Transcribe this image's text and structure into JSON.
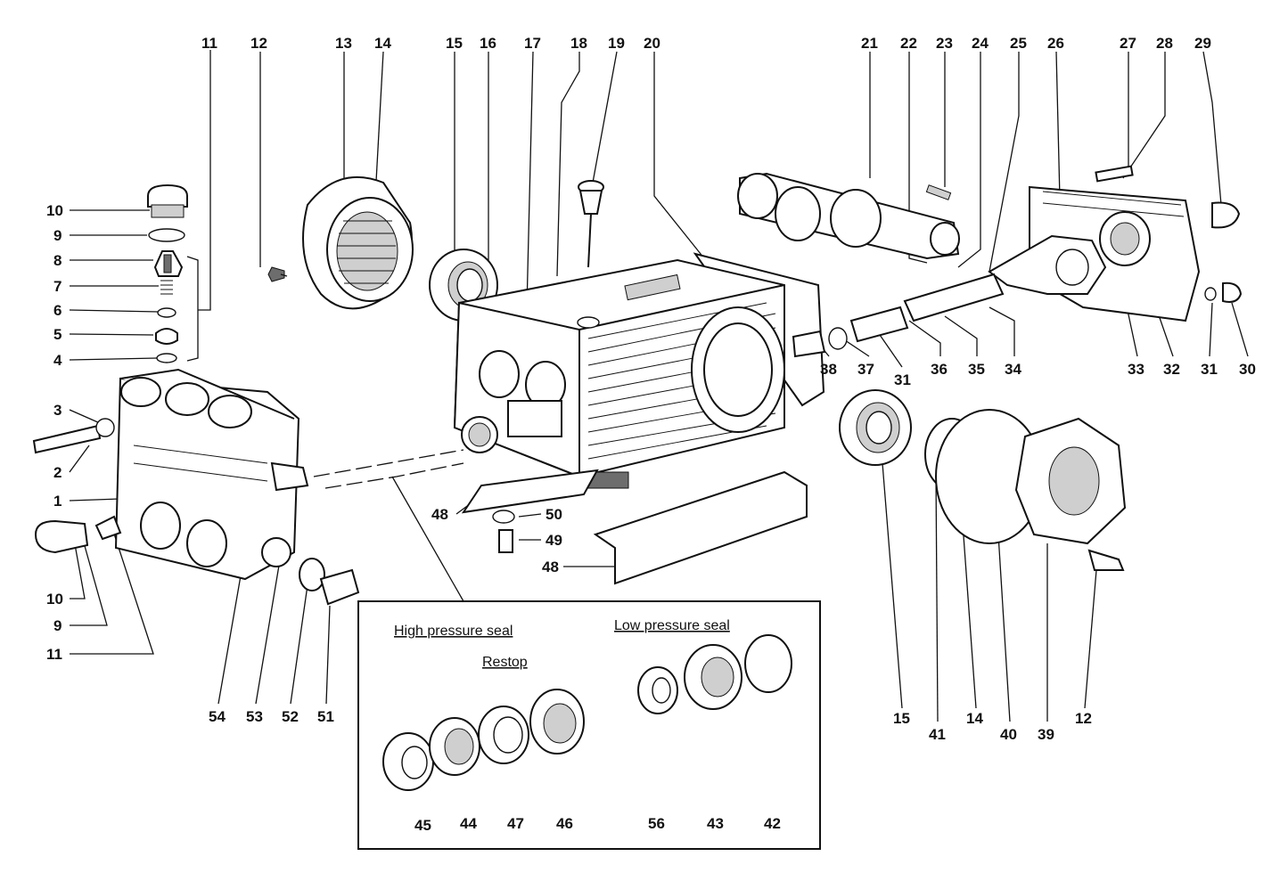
{
  "callouts": [
    {
      "id": "c10a",
      "text": "10"
    },
    {
      "id": "c9a",
      "text": "9"
    },
    {
      "id": "c8",
      "text": "8"
    },
    {
      "id": "c7",
      "text": "7"
    },
    {
      "id": "c6",
      "text": "6"
    },
    {
      "id": "c5",
      "text": "5"
    },
    {
      "id": "c4",
      "text": "4"
    },
    {
      "id": "c11a",
      "text": "11"
    },
    {
      "id": "c12a",
      "text": "12"
    },
    {
      "id": "c13",
      "text": "13"
    },
    {
      "id": "c14a",
      "text": "14"
    },
    {
      "id": "c15a",
      "text": "15"
    },
    {
      "id": "c16",
      "text": "16"
    },
    {
      "id": "c17",
      "text": "17"
    },
    {
      "id": "c18",
      "text": "18"
    },
    {
      "id": "c19",
      "text": "19"
    },
    {
      "id": "c20",
      "text": "20"
    },
    {
      "id": "c21",
      "text": "21"
    },
    {
      "id": "c22",
      "text": "22"
    },
    {
      "id": "c23",
      "text": "23"
    },
    {
      "id": "c24",
      "text": "24"
    },
    {
      "id": "c25",
      "text": "25"
    },
    {
      "id": "c26",
      "text": "26"
    },
    {
      "id": "c27",
      "text": "27"
    },
    {
      "id": "c28",
      "text": "28"
    },
    {
      "id": "c29",
      "text": "29"
    },
    {
      "id": "c38",
      "text": "38"
    },
    {
      "id": "c37",
      "text": "37"
    },
    {
      "id": "c31a",
      "text": "31"
    },
    {
      "id": "c36",
      "text": "36"
    },
    {
      "id": "c35",
      "text": "35"
    },
    {
      "id": "c34",
      "text": "34"
    },
    {
      "id": "c33",
      "text": "33"
    },
    {
      "id": "c32",
      "text": "32"
    },
    {
      "id": "c31b",
      "text": "31"
    },
    {
      "id": "c30",
      "text": "30"
    },
    {
      "id": "c3",
      "text": "3"
    },
    {
      "id": "c2",
      "text": "2"
    },
    {
      "id": "c1",
      "text": "1"
    },
    {
      "id": "c10b",
      "text": "10"
    },
    {
      "id": "c9b",
      "text": "9"
    },
    {
      "id": "c11b",
      "text": "11"
    },
    {
      "id": "c48a",
      "text": "48"
    },
    {
      "id": "c50",
      "text": "50"
    },
    {
      "id": "c49",
      "text": "49"
    },
    {
      "id": "c48b",
      "text": "48"
    },
    {
      "id": "c54",
      "text": "54"
    },
    {
      "id": "c53",
      "text": "53"
    },
    {
      "id": "c52",
      "text": "52"
    },
    {
      "id": "c51",
      "text": "51"
    },
    {
      "id": "c15b",
      "text": "15"
    },
    {
      "id": "c41",
      "text": "41"
    },
    {
      "id": "c14b",
      "text": "14"
    },
    {
      "id": "c40",
      "text": "40"
    },
    {
      "id": "c39",
      "text": "39"
    },
    {
      "id": "c12b",
      "text": "12"
    },
    {
      "id": "c45",
      "text": "45"
    },
    {
      "id": "c44",
      "text": "44"
    },
    {
      "id": "c47",
      "text": "47"
    },
    {
      "id": "c46",
      "text": "46"
    },
    {
      "id": "c56",
      "text": "56"
    },
    {
      "id": "c43",
      "text": "43"
    },
    {
      "id": "c42",
      "text": "42"
    }
  ],
  "inset": {
    "high_pressure_label": "High pressure seal",
    "restop_label": "Restop",
    "low_pressure_label": "Low pressure seal"
  }
}
